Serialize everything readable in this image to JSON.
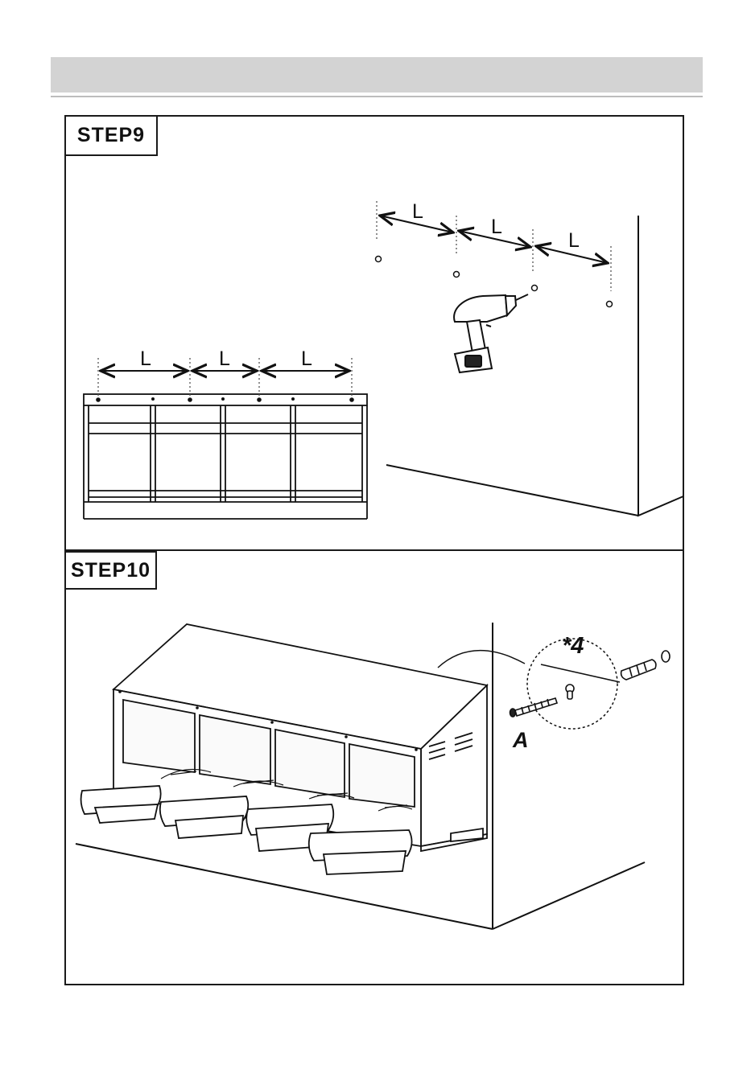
{
  "steps": [
    {
      "label": "STEP9"
    },
    {
      "label": "STEP10"
    }
  ],
  "dimensions": {
    "spacing_label": "L"
  },
  "callout": {
    "quantity": "*4",
    "part_label": "A"
  },
  "icons": [
    "drill-icon",
    "screw-icon",
    "wall-anchor-icon",
    "keyhole-icon",
    "nest-box-illustration"
  ]
}
